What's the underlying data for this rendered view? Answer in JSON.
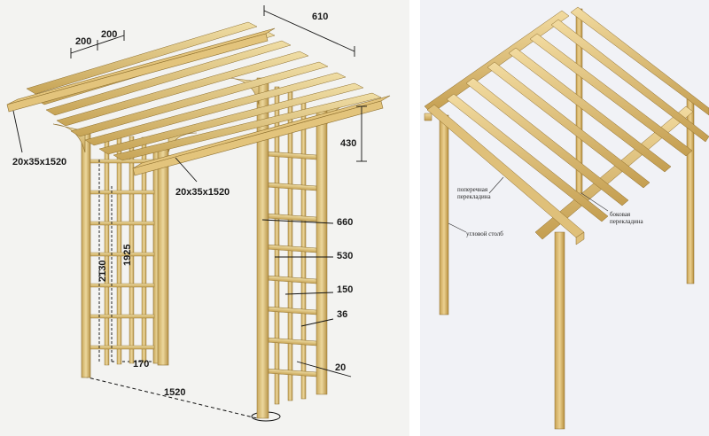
{
  "left_figure": {
    "dimensions": {
      "slat_spacing_1": "200",
      "slat_spacing_2": "200",
      "roof_width": "610",
      "overhang_height": "430",
      "beam_left": "20x35x1520",
      "beam_front": "20x35x1520",
      "post_height": "2130",
      "lattice_height": "1925",
      "grid_660": "660",
      "grid_530": "530",
      "grid_150": "150",
      "grid_36": "36",
      "grid_20": "20",
      "post_gap": "170",
      "base_width": "1520"
    }
  },
  "right_figure": {
    "labels": {
      "cross_beam": [
        "поперечная",
        "перекладина"
      ],
      "side_beam": [
        "боковая",
        "перекладина"
      ],
      "corner_post": "угловой столб"
    }
  },
  "colors": {
    "wood_light": "#e6cf8f",
    "wood_mid": "#d3b46a",
    "wood_dark": "#a98840",
    "dim_line": "#111111"
  }
}
